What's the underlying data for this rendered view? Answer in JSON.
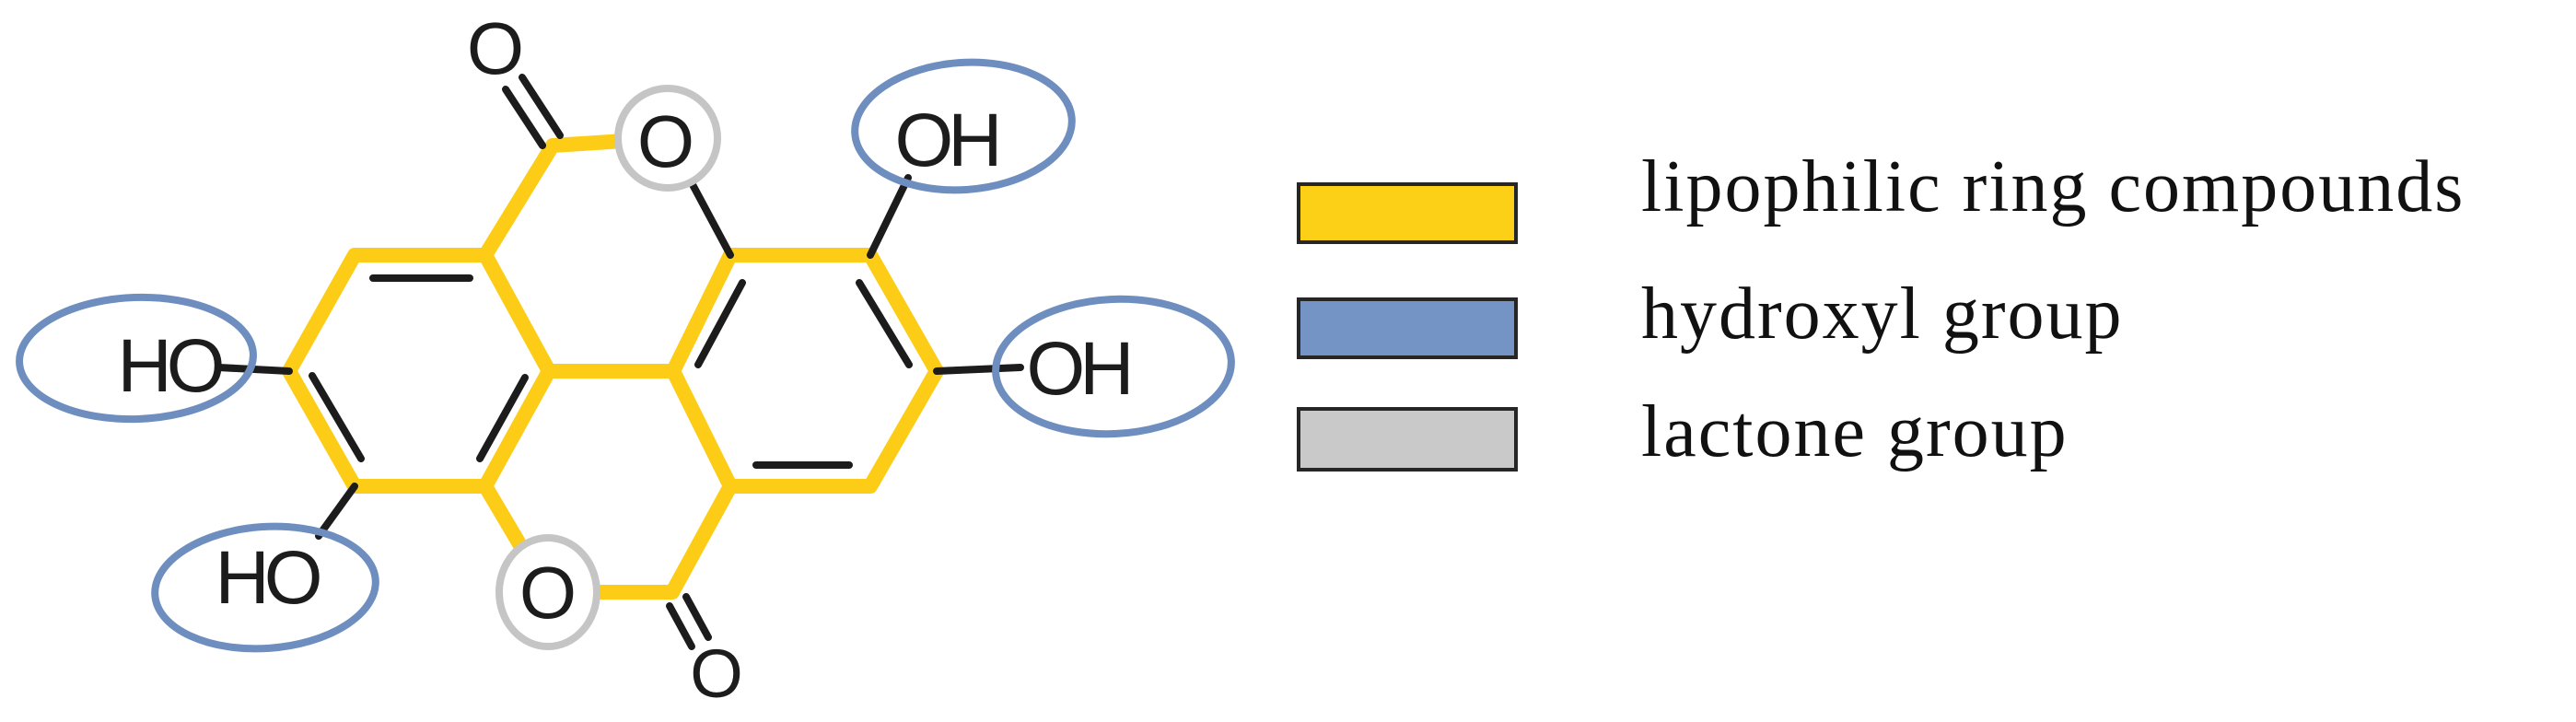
{
  "molecule": {
    "labels": {
      "top_carbonyl": "O",
      "top_lactone": "O",
      "top_right_hydroxyl": "OH",
      "right_hydroxyl": "OH",
      "left_hydroxyl": "HO",
      "bottom_left_hydroxyl": "HO",
      "bottom_lactone": "O",
      "bottom_carbonyl": "O"
    }
  },
  "legend": {
    "items": [
      {
        "label": "lipophilic ring compounds",
        "swatch_color": "#FCD016"
      },
      {
        "label": "hydroxyl group",
        "swatch_color": "#7494C6"
      },
      {
        "label": "lactone group",
        "swatch_color": "#C9C9C9"
      }
    ]
  },
  "colors": {
    "ring_yellow": "#FCCC16",
    "hydroxyl_blue": "#6D8EBF",
    "lactone_gray": "#C5C5C5",
    "bond_black": "#1C1C1C",
    "legend_yellow": "#FCD016",
    "legend_blue": "#7494C6",
    "legend_gray": "#C9C9C9",
    "background": "#FFFFFF"
  }
}
